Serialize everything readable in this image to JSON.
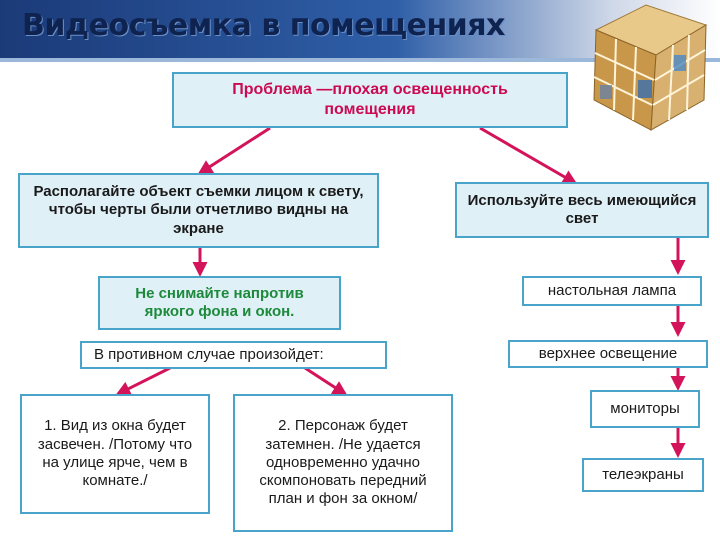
{
  "title": "Видеосъемка в помещениях",
  "problem": "Проблема —плохая освещенность помещения",
  "left": {
    "advice": "Располагайте объект съемки лицом к свету, чтобы черты были отчетливо видны на экране",
    "warning": "Не снимайте напротив яркого фона и окон.",
    "otherwise": "В противном случае произойдет:",
    "outcome1": "1.  Вид из окна будет засвечен. /Потому что на улице ярче, чем в комнате./",
    "outcome2": "2. Персонаж будет затемнен. /Не удается одновременно удачно скомпоновать передний план и фон за окном/"
  },
  "right": {
    "advice": "Используйте весь имеющийся свет",
    "items": [
      "настольная лампа",
      "верхнее освещение",
      "мониторы",
      "телеэкраны"
    ]
  },
  "colors": {
    "arrow": "#d4145a",
    "box_border": "#4aa3c8",
    "box_fill": "#dff0f7",
    "problem_text": "#cc0a52",
    "green_text": "#1d8a3b",
    "title": "#0f2350"
  }
}
